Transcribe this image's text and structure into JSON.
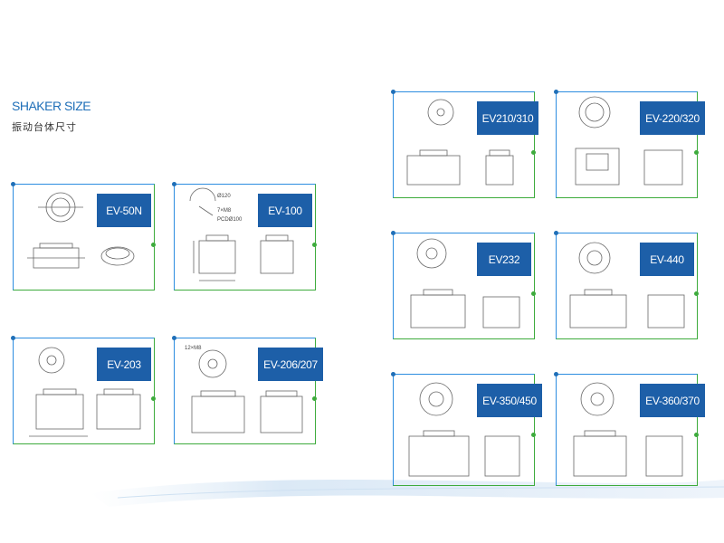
{
  "header": {
    "title": "SHAKER SIZE",
    "subtitle": "振动台体尺寸"
  },
  "models": [
    {
      "label": "EV-50N",
      "drawing_text": []
    },
    {
      "label": "EV-100",
      "drawing_text": [
        "Ø120",
        "7×M8",
        "PCDØ100"
      ]
    },
    {
      "label": "EV-203",
      "drawing_text": []
    },
    {
      "label": "EV-206/207",
      "drawing_text": [
        "12×M8"
      ]
    },
    {
      "label": "EV210/310",
      "drawing_text": []
    },
    {
      "label": "EV-220/320",
      "drawing_text": []
    },
    {
      "label": "EV232",
      "drawing_text": []
    },
    {
      "label": "EV-440",
      "drawing_text": []
    },
    {
      "label": "EV-350/450",
      "drawing_text": []
    },
    {
      "label": "EV-360/370",
      "drawing_text": []
    }
  ],
  "colors": {
    "label_bg": "#1d5fa8",
    "frame_blue": "#2c8de0",
    "frame_green": "#3dab3c",
    "title": "#1f6fb8"
  }
}
